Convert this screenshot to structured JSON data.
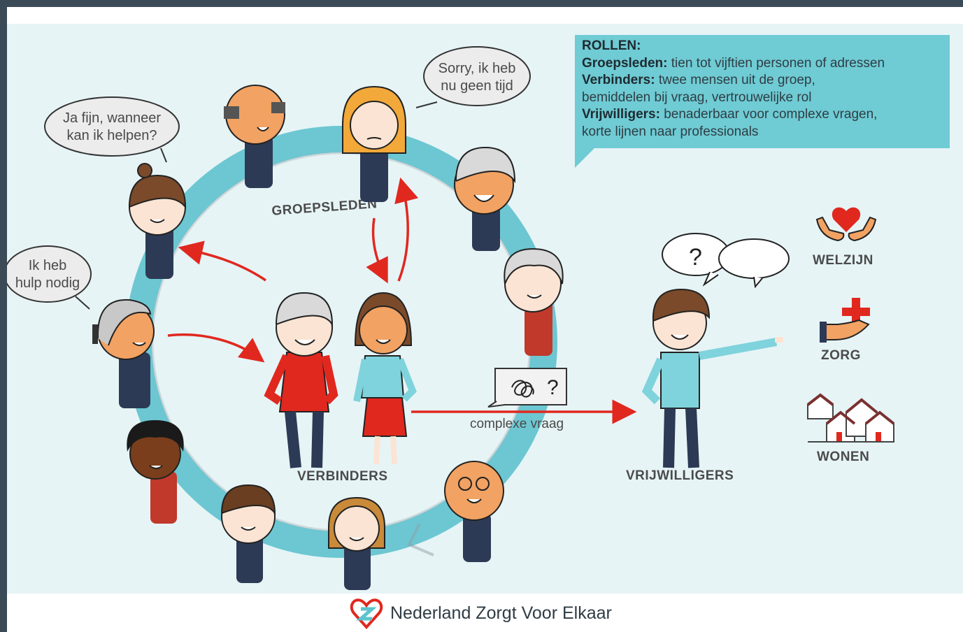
{
  "roles_box": {
    "title": "ROLLEN:",
    "groepsleden_term": "Groepsleden:",
    "groepsleden_text": " tien tot vijftien personen of adressen",
    "verbinders_term": "Verbinders:",
    "verbinders_text_1": " twee mensen uit de groep,",
    "verbinders_text_2": "bemiddelen bij vraag, vertrouwelijke rol",
    "vrijwilligers_term": "Vrijwilligers:",
    "vrijwilligers_text_1": " benaderbaar voor complexe vragen,",
    "vrijwilligers_text_2": "korte lijnen naar professionals"
  },
  "speech": {
    "left_top_1": "Ja fijn, wanneer",
    "left_top_2": "kan ik helpen?",
    "top_1": "Sorry, ik heb",
    "top_2": "nu geen tijd",
    "left_1": "Ik heb",
    "left_2": "hulp nodig",
    "question": "?"
  },
  "labels": {
    "groepsleden": "GROEPSLEDEN",
    "verbinders": "VERBINDERS",
    "vrijwilligers": "VRIJWILLIGERS",
    "complexe_vraag": "complexe vraag",
    "welzijn": "WELZIJN",
    "zorg": "ZORG",
    "wonen": "WONEN"
  },
  "footer": {
    "brand": "Nederland Zorgt Voor Elkaar"
  },
  "colors": {
    "ring": "#6cc7d2",
    "arrow": "#e0281f",
    "heart": "#e0281f",
    "roles_bg": "#6fcbd4"
  }
}
